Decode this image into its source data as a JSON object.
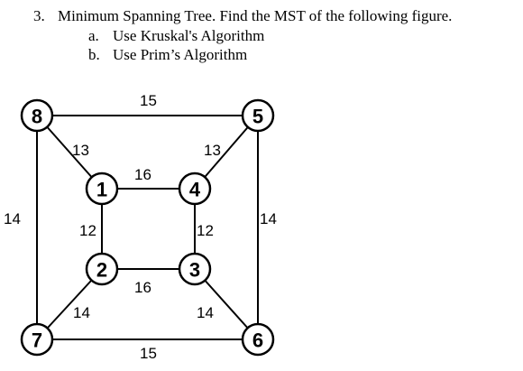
{
  "question": {
    "number": "3.",
    "text": "Minimum Spanning Tree. Find the MST of the following figure.",
    "items": [
      {
        "letter": "a.",
        "text": "Use Kruskal's Algorithm"
      },
      {
        "letter": "b.",
        "text": "Use Prim’s Algorithm"
      }
    ]
  },
  "graph": {
    "nodes": [
      {
        "id": "8",
        "label": "8"
      },
      {
        "id": "5",
        "label": "5"
      },
      {
        "id": "1",
        "label": "1"
      },
      {
        "id": "4",
        "label": "4"
      },
      {
        "id": "2",
        "label": "2"
      },
      {
        "id": "3",
        "label": "3"
      },
      {
        "id": "7",
        "label": "7"
      },
      {
        "id": "6",
        "label": "6"
      }
    ],
    "edges": [
      {
        "from": "8",
        "to": "5",
        "weight": "15"
      },
      {
        "from": "8",
        "to": "1",
        "weight": "13"
      },
      {
        "from": "5",
        "to": "4",
        "weight": "13"
      },
      {
        "from": "1",
        "to": "4",
        "weight": "16"
      },
      {
        "from": "8",
        "to": "7",
        "weight": "14"
      },
      {
        "from": "5",
        "to": "6",
        "weight": "14"
      },
      {
        "from": "1",
        "to": "2",
        "weight": "12"
      },
      {
        "from": "4",
        "to": "3",
        "weight": "12"
      },
      {
        "from": "2",
        "to": "3",
        "weight": "16"
      },
      {
        "from": "2",
        "to": "7",
        "weight": "14"
      },
      {
        "from": "3",
        "to": "6",
        "weight": "14"
      },
      {
        "from": "7",
        "to": "6",
        "weight": "15"
      }
    ]
  }
}
